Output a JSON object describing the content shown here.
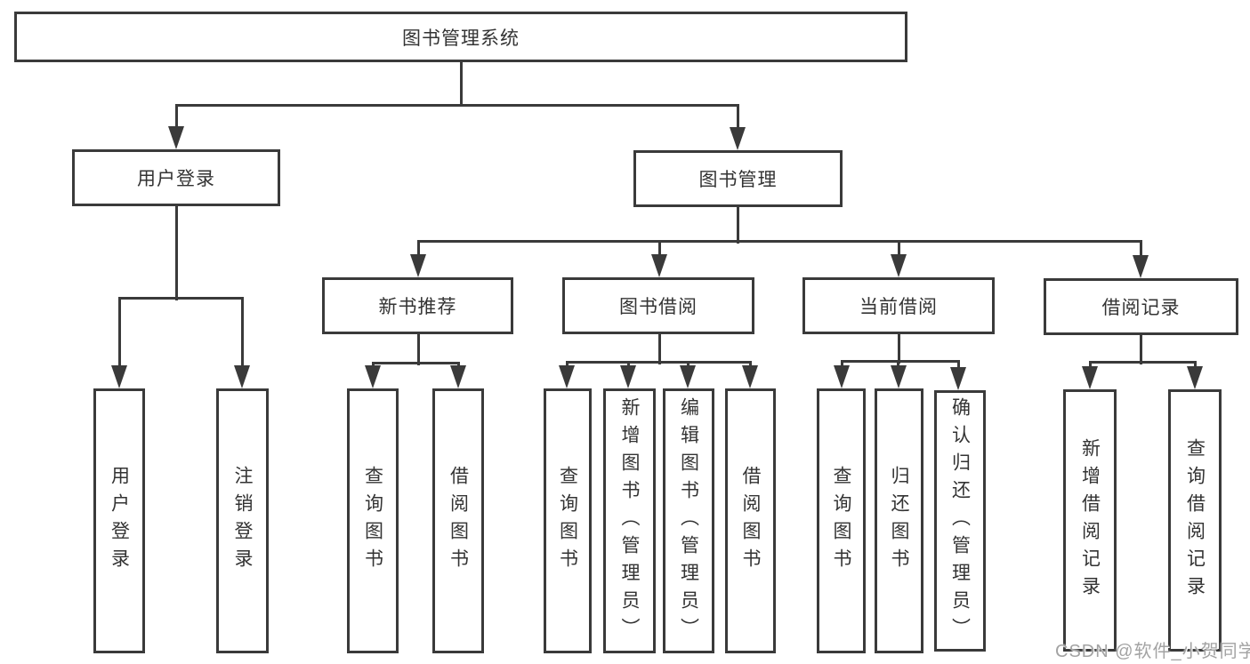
{
  "diagram": {
    "title": "图书管理系统",
    "nodes": {
      "root": "图书管理系统",
      "user_login": "用户登录",
      "book_management": "图书管理",
      "new_book_recommend": "新书推荐",
      "book_borrow": "图书借阅",
      "current_borrow": "当前借阅",
      "borrow_records": "借阅记录",
      "leaf_user_login": "用户登录",
      "leaf_logout": "注销登录",
      "leaf_query_books_a": "查询图书",
      "leaf_borrow_books_a": "借阅图书",
      "leaf_query_books_b": "查询图书",
      "leaf_add_books": "新增图书（管理员）",
      "leaf_edit_books": "编辑图书（管理员）",
      "leaf_borrow_books_b": "借阅图书",
      "leaf_query_books_c": "查询图书",
      "leaf_return_books": "归还图书",
      "leaf_confirm_return": "确认归还（管理员）",
      "leaf_add_borrow_record": "新增借阅记录",
      "leaf_query_borrow_record": "查询借阅记录"
    },
    "watermark": "CSDN @软件_小贺同学",
    "colors": {
      "line": "#3a3a3a",
      "text": "#333333",
      "watermark": "#a3a3a3"
    }
  }
}
